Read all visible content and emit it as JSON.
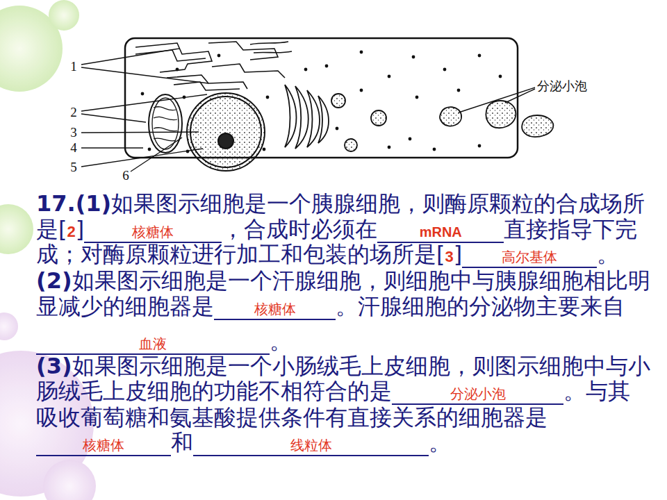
{
  "diagram": {
    "labels": [
      "1",
      "2",
      "3",
      "4",
      "5",
      "6",
      "分泌小泡",
      "17.(1)",
      "如果图示细胞是一个胰腺细胞，则酶原颗粒的合成场所",
      "是[",
      "2",
      "]",
      "核糖体",
      "，合成时必须在",
      "mRNA",
      "直接指导下完",
      "成；对酶原颗粒进行加工和包装的场所是[",
      "3",
      "]",
      "高尔基体",
      "。",
      "(2)",
      "如果图示细胞是一个汗腺细胞，则细胞中与胰腺细胞相比明",
      "显减少的细胞器是",
      "核糖体",
      "。汗腺细胞的分泌物主要来自",
      "血液",
      "。",
      "(3)",
      "如果图示细胞是一个小肠绒毛上皮细胞，则图示细胞中与小",
      "肠绒毛上皮细胞的功能不相符合的是",
      "分泌小泡",
      "。与其",
      "吸收葡萄糖和氨基酸提供条件有直接关系的细胞器是",
      "核糖体",
      "和",
      "线粒体",
      "。"
    ]
  }
}
